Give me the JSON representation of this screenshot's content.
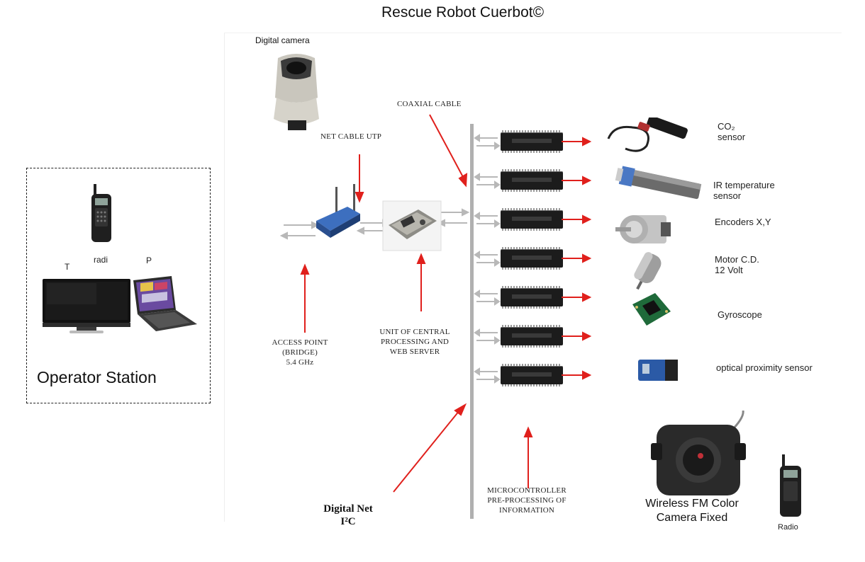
{
  "title": "Rescue Robot Cuerbot©",
  "labels": {
    "digital_camera": "Digital camera",
    "coaxial_cable": "COAXIAL CABLE",
    "net_cable_utp": "NET CABLE UTP",
    "access_point": [
      "ACCESS POINT",
      "(BRIDGE)",
      "5.4 GHz"
    ],
    "cpu": [
      "UNIT OF CENTRAL",
      "PROCESSING AND",
      "WEB SERVER"
    ],
    "microcontroller": [
      "MICROCONTROLLER",
      "PRE-PROCESSING OF",
      "INFORMATION"
    ],
    "digital_net": "Digital Net",
    "i2c": "I²C",
    "wireless_camera": [
      "Wireless FM Color",
      "Camera Fixed"
    ],
    "radio": "Radio"
  },
  "operator_station": {
    "label": "Operator Station",
    "t_label": "T",
    "radio_label": "radi",
    "p_label": "P"
  },
  "sensors": [
    {
      "label_line1": "CO₂",
      "label_line2": "sensor",
      "icon": "co2-sensor-icon"
    },
    {
      "label_line1": "IR temperature",
      "label_line2": "sensor",
      "icon": "ir-temperature-sensor-icon"
    },
    {
      "label_line1": "Encoders X,Y",
      "label_line2": "",
      "icon": "encoder-icon"
    },
    {
      "label_line1": "Motor C.D.",
      "label_line2": "12 Volt",
      "icon": "dc-motor-icon"
    },
    {
      "label_line1": "Gyroscope",
      "label_line2": "",
      "icon": "gyroscope-icon"
    },
    {
      "label_line1": "optical proximity sensor",
      "label_line2": "",
      "icon": "optical-proximity-sensor-icon"
    },
    {
      "label_line1": "",
      "label_line2": "",
      "icon": ""
    }
  ],
  "colors": {
    "arrow_red": "#e0201c",
    "arrow_gray": "#b8b8b8",
    "bus_gray": "#b0b0b0",
    "chip_black": "#1c1c1c"
  }
}
